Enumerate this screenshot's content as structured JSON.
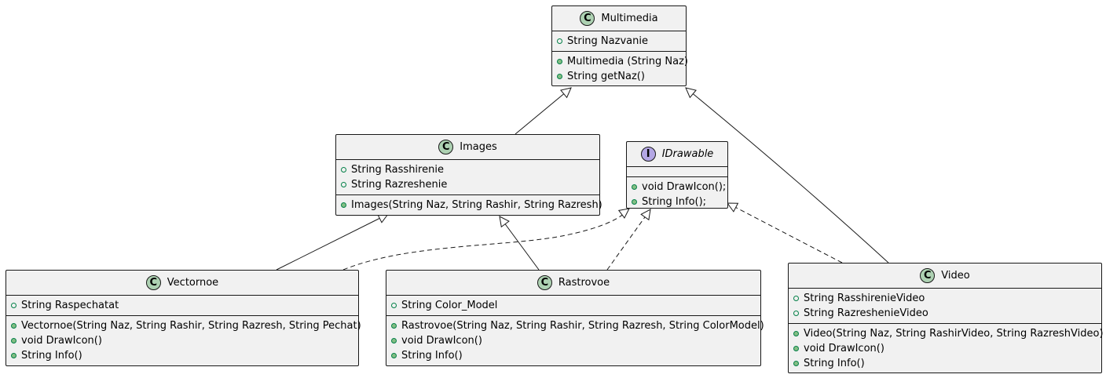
{
  "diagram": {
    "classes": [
      {
        "id": "multimedia",
        "kind": "class",
        "badge": "C",
        "name": "Multimedia",
        "fields": [
          "String Nazvanie"
        ],
        "methods": [
          "Multimedia (String Naz)",
          "String getNaz()"
        ]
      },
      {
        "id": "images",
        "kind": "class",
        "badge": "C",
        "name": "Images",
        "fields": [
          "String Rasshirenie",
          "String Razreshenie"
        ],
        "methods": [
          "Images(String Naz, String Rashir, String Razresh)"
        ]
      },
      {
        "id": "idrawable",
        "kind": "interface",
        "badge": "I",
        "name": "IDrawable",
        "fields": [],
        "methods": [
          "void DrawIcon();",
          "String Info();"
        ]
      },
      {
        "id": "vectornoe",
        "kind": "class",
        "badge": "C",
        "name": "Vectornoe",
        "fields": [
          "String Raspechatat"
        ],
        "methods": [
          "Vectornoe(String Naz, String Rashir, String Razresh, String Pechat)",
          "void DrawIcon()",
          "String Info()"
        ]
      },
      {
        "id": "rastrovoe",
        "kind": "class",
        "badge": "C",
        "name": "Rastrovoe",
        "fields": [
          "String Color_Model"
        ],
        "methods": [
          "Rastrovoe(String Naz, String Rashir, String Razresh, String ColorModel)",
          "void DrawIcon()",
          "String Info()"
        ]
      },
      {
        "id": "video",
        "kind": "class",
        "badge": "C",
        "name": "Video",
        "fields": [
          "String RasshirenieVideo",
          "String RazreshenieVideo"
        ],
        "methods": [
          "Video(String Naz, String RashirVideo, String RazreshVideo)",
          "void DrawIcon()",
          "String Info()"
        ]
      }
    ],
    "relations": [
      {
        "from": "images",
        "to": "multimedia",
        "type": "extends"
      },
      {
        "from": "video",
        "to": "multimedia",
        "type": "extends"
      },
      {
        "from": "vectornoe",
        "to": "images",
        "type": "extends"
      },
      {
        "from": "rastrovoe",
        "to": "images",
        "type": "extends"
      },
      {
        "from": "vectornoe",
        "to": "idrawable",
        "type": "implements"
      },
      {
        "from": "rastrovoe",
        "to": "idrawable",
        "type": "implements"
      },
      {
        "from": "video",
        "to": "idrawable",
        "type": "implements"
      }
    ]
  }
}
